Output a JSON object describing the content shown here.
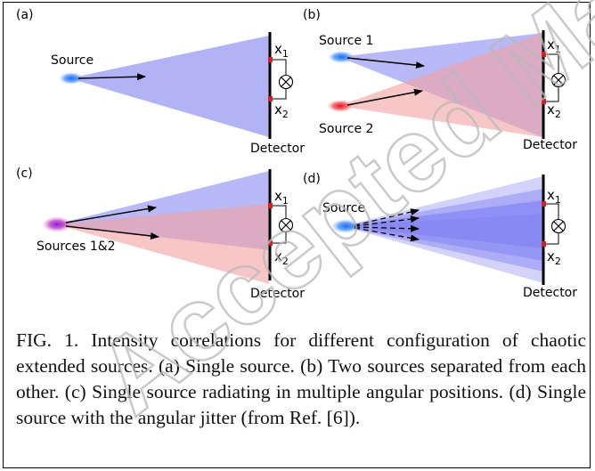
{
  "panels": {
    "a": {
      "label": "(a)",
      "source_label": "Source",
      "x1": "x",
      "x1_sub": "1",
      "x2": "x",
      "x2_sub": "2",
      "detector_label": "Detector"
    },
    "b": {
      "label": "(b)",
      "source1_label": "Source 1",
      "source2_label": "Source 2",
      "x1": "x",
      "x1_sub": "1",
      "x2": "x",
      "x2_sub": "2",
      "detector_label": "Detector"
    },
    "c": {
      "label": "(c)",
      "source_label": "Sources 1&2",
      "x1": "x",
      "x1_sub": "1",
      "x2": "x",
      "x2_sub": "2",
      "detector_label": "Detector"
    },
    "d": {
      "label": "(d)",
      "source_label": "Source",
      "x1": "x",
      "x1_sub": "1",
      "x2": "x",
      "x2_sub": "2",
      "detector_label": "Detector"
    }
  },
  "caption": {
    "text": "FIG. 1. Intensity correlations for different configuration of chaotic extended sources. (a) Single source. (b) Two sources separated from each other. (c) Single source radiating in multiple angular positions. (d) Single source with the angular jitter (from Ref. [6])."
  },
  "watermark": {
    "text": "Accepted Manuscript"
  },
  "colors": {
    "blue_beam": "#7f7ff0",
    "red_beam": "#f2a0a0",
    "blue_source": "#2f7df6",
    "red_source": "#ee1c24",
    "pixel_marker": "#d42020",
    "watermark": "#c8c8c8"
  }
}
